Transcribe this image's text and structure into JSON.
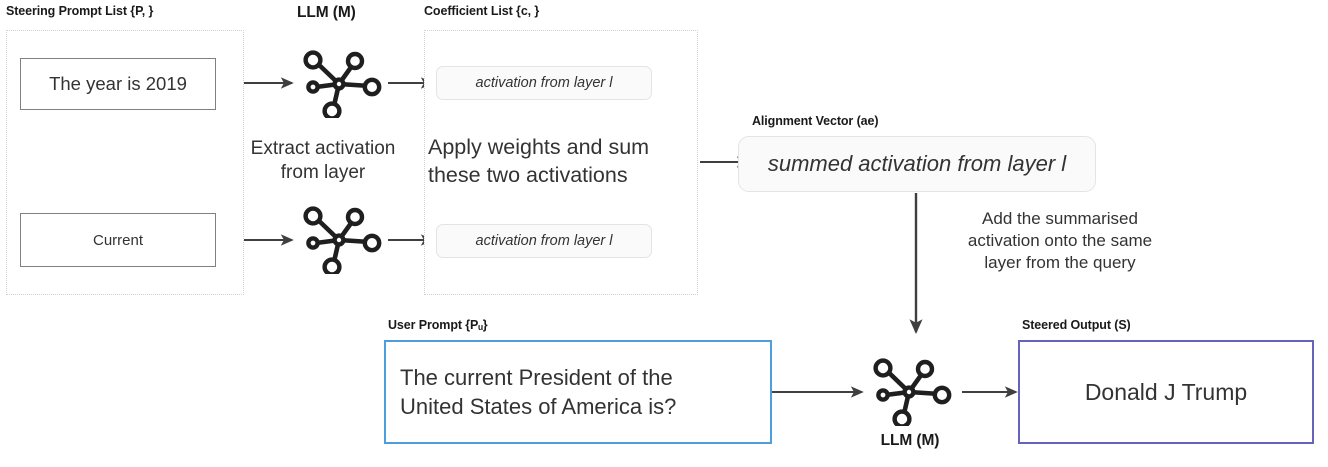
{
  "diagram": {
    "title_hidden": "LLM activation steering pipeline",
    "groups": {
      "steering_prompt_list": {
        "label": "Steering Prompt List  {P, }",
        "items": [
          {
            "text": "The year is 2019"
          },
          {
            "text": "Current"
          }
        ]
      },
      "llm_top": {
        "label": "LLM (M)",
        "icon": "network-graph-icon"
      },
      "coefficient_list": {
        "label": "Coefficient List {c, }",
        "items": [
          {
            "text": "activation from layer l"
          },
          {
            "text": "activation from layer l"
          }
        ]
      },
      "alignment_vector": {
        "label": "Alignment Vector (ae)",
        "value": "summed activation from layer l"
      },
      "user_prompt": {
        "label": "User Prompt  {Pᵤ}",
        "value": "The current President of the\nUnited States of America is?"
      },
      "llm_bottom": {
        "label": "LLM (M)",
        "icon": "network-graph-icon"
      },
      "steered_output": {
        "label": "Steered Output (S)",
        "value": "Donald J Trump"
      }
    },
    "annotations": {
      "extract": "Extract activation\nfrom layer",
      "apply": "Apply weights and sum\nthese two activations",
      "add": "Add the summarised\nactivation onto the same\nlayer from the query"
    },
    "colors": {
      "text": "#333333",
      "label": "#1a1a1a",
      "hard_border": "#808080",
      "dashed_border": "#d2d2d2",
      "pill_bg": "#fafafa",
      "pill_border": "#e4e4e4",
      "user_prompt_border": "#4a9fdc",
      "steered_output_border": "#6464bb",
      "arrow": "#3f3f3f",
      "icon": "#1f1f1f"
    }
  }
}
